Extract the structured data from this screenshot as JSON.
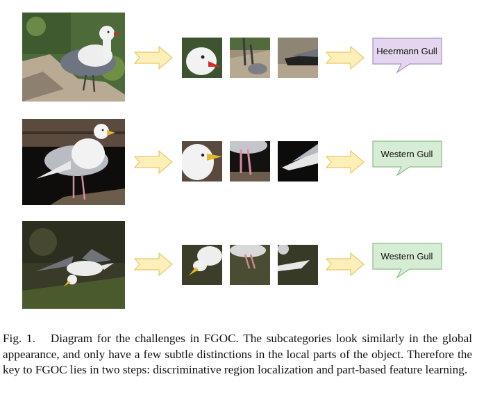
{
  "figure": {
    "rows": [
      {
        "photo": "gull-standing-on-rocks",
        "label": "Heermann Gull",
        "bubble_color": "#e3d6ee",
        "bubble_border": "#a992c4"
      },
      {
        "photo": "gull-standing-on-dock",
        "label": "Western Gull",
        "bubble_color": "#d7ecd4",
        "bubble_border": "#8dbd86"
      },
      {
        "photo": "gull-in-flight",
        "label": "Western Gull",
        "bubble_color": "#d7ecd4",
        "bubble_border": "#8dbd86"
      }
    ],
    "arrow_color": "#fdefb8",
    "arrow_border": "#e8c86a"
  },
  "caption": {
    "label": "Fig. 1.",
    "text": "Diagram for the challenges in FGOC. The subcategories look similarly in the global appearance, and only have a few subtle distinctions in the local parts of the object. Therefore the key to FGOC lies in two steps: discriminative region localization and part-based feature learning."
  }
}
